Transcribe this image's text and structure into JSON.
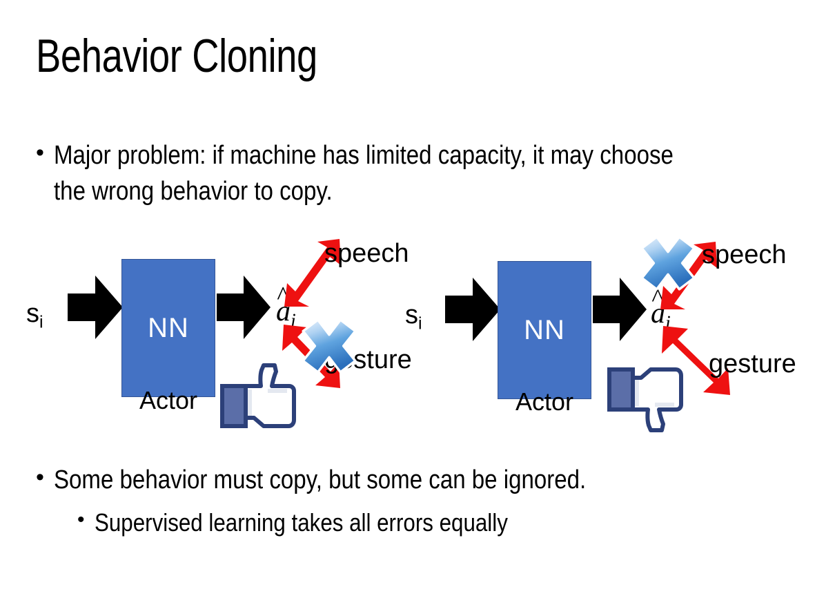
{
  "slide": {
    "title": "Behavior Cloning",
    "background_color": "#FFFFFF",
    "bullets": [
      {
        "level": 1,
        "text": "Major problem: if machine has limited capacity, it may choose the wrong behavior to copy."
      },
      {
        "level": 1,
        "text": "Some behavior must copy, but some can be ignored."
      },
      {
        "level": 2,
        "text": "Supervised learning takes all errors equally"
      }
    ]
  },
  "colors": {
    "nn_box_fill": "#4472C4",
    "nn_box_border": "#345596",
    "arrow_black": "#000000",
    "arrow_red": "#EE1111",
    "cross_blue_light": "#CFE3F7",
    "cross_blue_dark": "#2E79C7",
    "thumb_outline": "#3B5998",
    "thumb_fill": "#FFFFFF",
    "thumb_cuff": "#5B6EA8",
    "text_black": "#000000",
    "nn_text": "#FFFFFF"
  },
  "diagrams": [
    {
      "id": "left",
      "state_label": "s",
      "state_subscript": "i",
      "nn_label": "NN",
      "actor_label": "Actor",
      "action_label": "a",
      "action_subscript": "i",
      "action_hat": "^",
      "branches": [
        {
          "name": "speech",
          "label": "speech",
          "direction": "up-right",
          "crossed_out": false
        },
        {
          "name": "gesture",
          "label": "gesture",
          "direction": "down-right",
          "crossed_out": true
        }
      ],
      "verdict_icon": "thumbs-up-icon",
      "verdict": "good"
    },
    {
      "id": "right",
      "state_label": "s",
      "state_subscript": "i",
      "nn_label": "NN",
      "actor_label": "Actor",
      "action_label": "a",
      "action_subscript": "i",
      "action_hat": "^",
      "branches": [
        {
          "name": "speech",
          "label": "speech",
          "direction": "up-right",
          "crossed_out": true
        },
        {
          "name": "gesture",
          "label": "gesture",
          "direction": "down-right",
          "crossed_out": false
        }
      ],
      "verdict_icon": "thumbs-down-icon",
      "verdict": "bad"
    }
  ]
}
